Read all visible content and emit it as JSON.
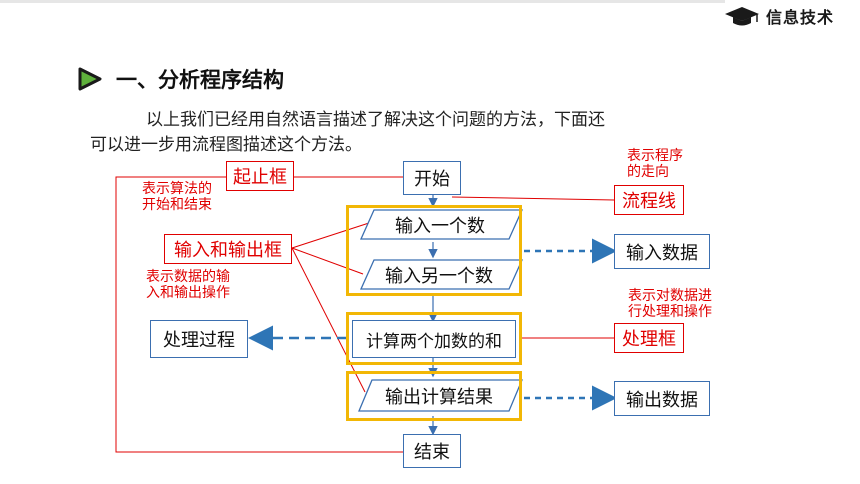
{
  "brand": {
    "text": "信息技术",
    "icon": "graduation-cap-icon"
  },
  "heading": {
    "icon": "play-arrow-icon",
    "title": "一、分析程序结构"
  },
  "paragraph": {
    "line1": "以上我们已经用自然语言描述了解决这个问题的方法，下面还",
    "line2": "可以进一步用流程图描述这个方法。"
  },
  "flowchart": {
    "start": "开始",
    "input1": "输入一个数",
    "input2": "输入另一个数",
    "process": "计算两个加数的和",
    "output": "输出计算结果",
    "end": "结束"
  },
  "labels": {
    "terminal": "起止框",
    "terminal_desc_1": "表示算法的",
    "terminal_desc_2": "开始和结束",
    "io": "输入和输出框",
    "io_desc_1": "表示数据的输",
    "io_desc_2": "入和输出操作",
    "flowline": "流程线",
    "flowline_desc_1": "表示程序",
    "flowline_desc_2": "的走向",
    "process": "处理框",
    "process_desc_1": "表示对数据进",
    "process_desc_2": "行处理和操作"
  },
  "examples": {
    "input_data": "输入数据",
    "process_step": "处理过程",
    "output_data": "输出数据"
  },
  "colors": {
    "red": "#e00000",
    "blue": "#3b6fb0",
    "yellow": "#f2b705",
    "dash": "#2e75b6"
  }
}
